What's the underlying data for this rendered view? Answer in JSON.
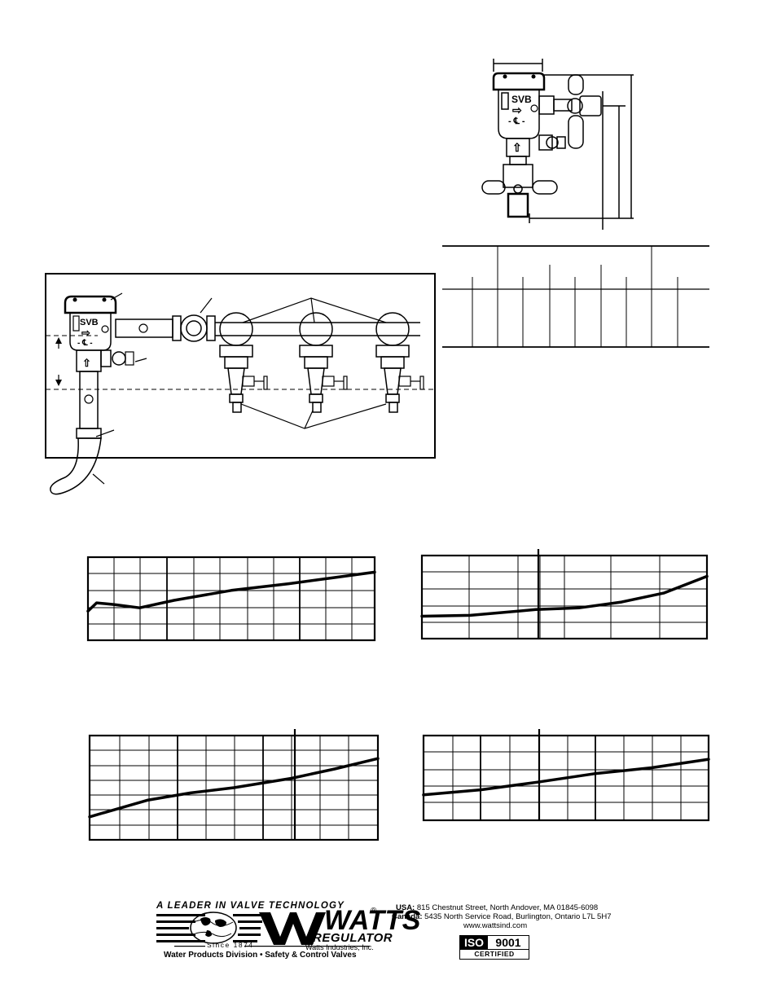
{
  "diagrams": {
    "top_valve": {
      "labels": [
        "SVB",
        "⇨",
        "- ℄ -",
        "⇧"
      ]
    },
    "installation": {
      "labels": [
        "SVB",
        "⇨",
        "- ℄ -",
        "⇧"
      ]
    }
  },
  "spec_table": {
    "columns": 12,
    "rows": 2
  },
  "charts": [
    {
      "id": "chart-1",
      "type": "line",
      "curve": [
        [
          0,
          0.35
        ],
        [
          0.03,
          0.45
        ],
        [
          0.09,
          0.43
        ],
        [
          0.18,
          0.39
        ],
        [
          0.3,
          0.48
        ],
        [
          0.5,
          0.6
        ],
        [
          0.7,
          0.68
        ],
        [
          0.85,
          0.75
        ],
        [
          1,
          0.82
        ]
      ]
    },
    {
      "id": "chart-2",
      "type": "line",
      "curve": [
        [
          0,
          0.27
        ],
        [
          0.17,
          0.28
        ],
        [
          0.4,
          0.35
        ],
        [
          0.55,
          0.37
        ],
        [
          0.7,
          0.44
        ],
        [
          0.85,
          0.55
        ],
        [
          1,
          0.75
        ]
      ]
    },
    {
      "id": "chart-3",
      "type": "line",
      "curve": [
        [
          0,
          0.22
        ],
        [
          0.2,
          0.38
        ],
        [
          0.35,
          0.45
        ],
        [
          0.5,
          0.5
        ],
        [
          0.7,
          0.59
        ],
        [
          0.85,
          0.68
        ],
        [
          1,
          0.78
        ]
      ]
    },
    {
      "id": "chart-4",
      "type": "line",
      "curve": [
        [
          0,
          0.3
        ],
        [
          0.2,
          0.36
        ],
        [
          0.4,
          0.45
        ],
        [
          0.6,
          0.55
        ],
        [
          0.8,
          0.62
        ],
        [
          1,
          0.72
        ]
      ]
    }
  ],
  "footer": {
    "tagline": "A LEADER IN VALVE TECHNOLOGY",
    "brand_name": "WATTS",
    "brand_sub": "REGULATOR",
    "registered": "®",
    "since": "Since  1874",
    "company": "Watts Industries, Inc.",
    "division": "Water Products Division • Safety & Control Valves",
    "usa_label": "USA:",
    "usa_address": "815 Chestnut Street, North Andover, MA 01845-6098",
    "canada_label": "Canada:",
    "canada_address": "5435 North Service Road, Burlington, Ontario L7L 5H7",
    "website": "www.wattsind.com",
    "iso_left": "ISO",
    "iso_right": "9001",
    "iso_certified": "CERTIFIED"
  },
  "colors": {
    "ink": "#000000",
    "paper": "#ffffff"
  }
}
